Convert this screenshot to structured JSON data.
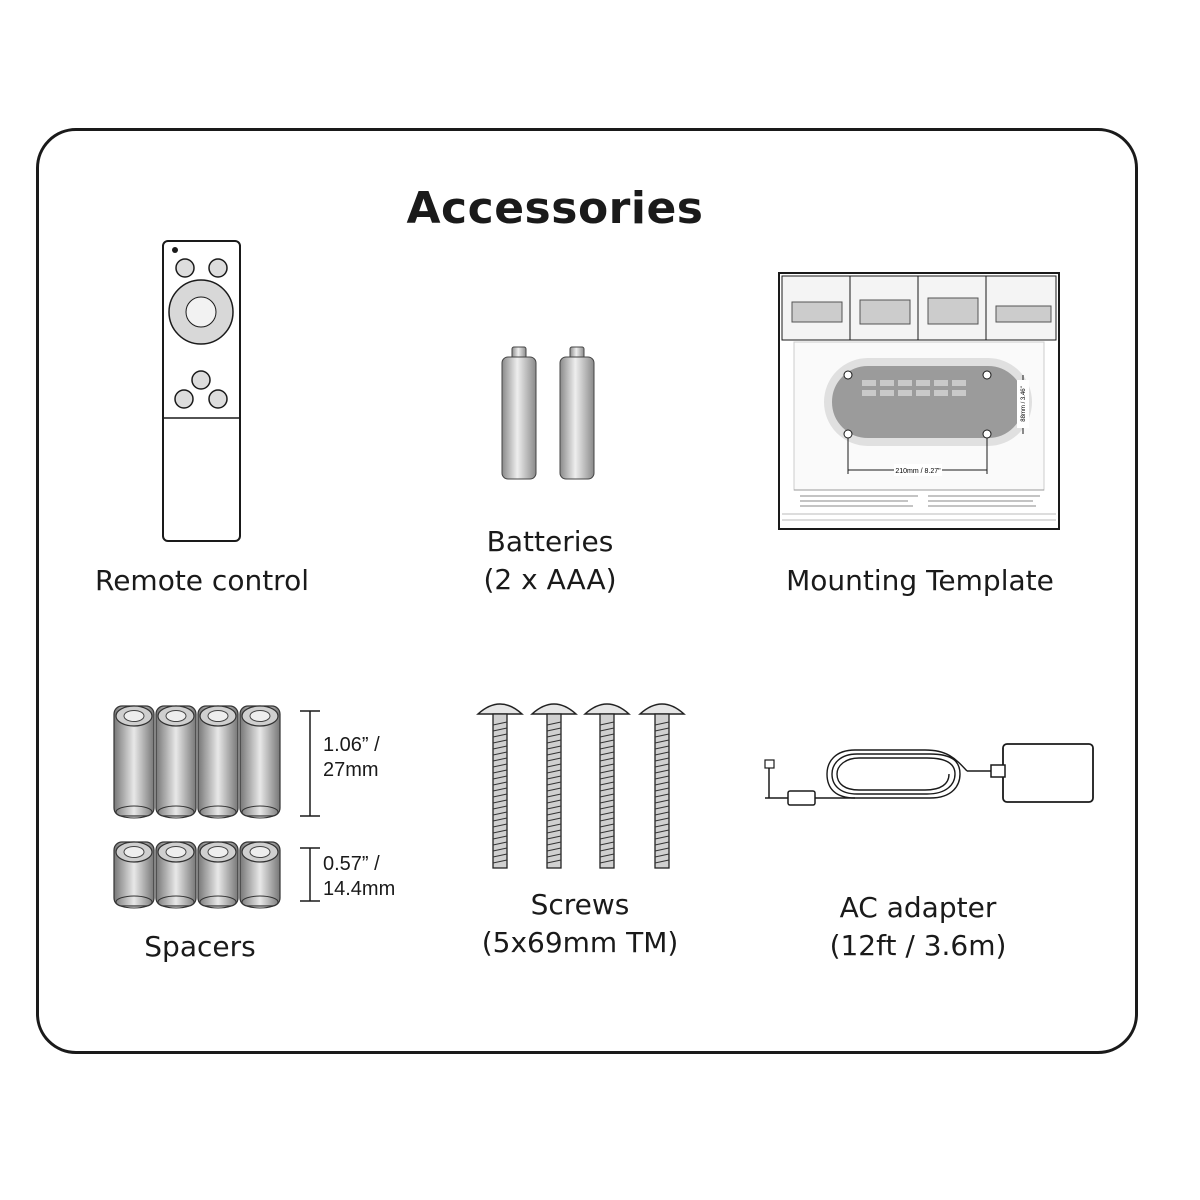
{
  "title": "Accessories",
  "items": [
    {
      "id": "remote",
      "lines": [
        "Remote control"
      ]
    },
    {
      "id": "batteries",
      "lines": [
        "Batteries",
        "(2 x AAA)"
      ]
    },
    {
      "id": "template",
      "lines": [
        "Mounting Template"
      ]
    },
    {
      "id": "spacers",
      "lines": [
        "Spacers"
      ]
    },
    {
      "id": "screws",
      "lines": [
        "Screws",
        "(5x69mm TM)"
      ]
    },
    {
      "id": "adapter",
      "lines": [
        "AC adapter",
        "(12ft / 3.6m)"
      ]
    }
  ],
  "spacer_dims": {
    "long": [
      "1.06” /",
      "27mm"
    ],
    "short": [
      "0.57” /",
      "14.4mm"
    ]
  },
  "template_dims": {
    "width": "210mm / 8.27\"",
    "height": "88mm / 3.46\""
  },
  "colors": {
    "stroke": "#1a1a1a",
    "metal_light": "#eeeeee",
    "metal_dark": "#8a8a8a"
  }
}
